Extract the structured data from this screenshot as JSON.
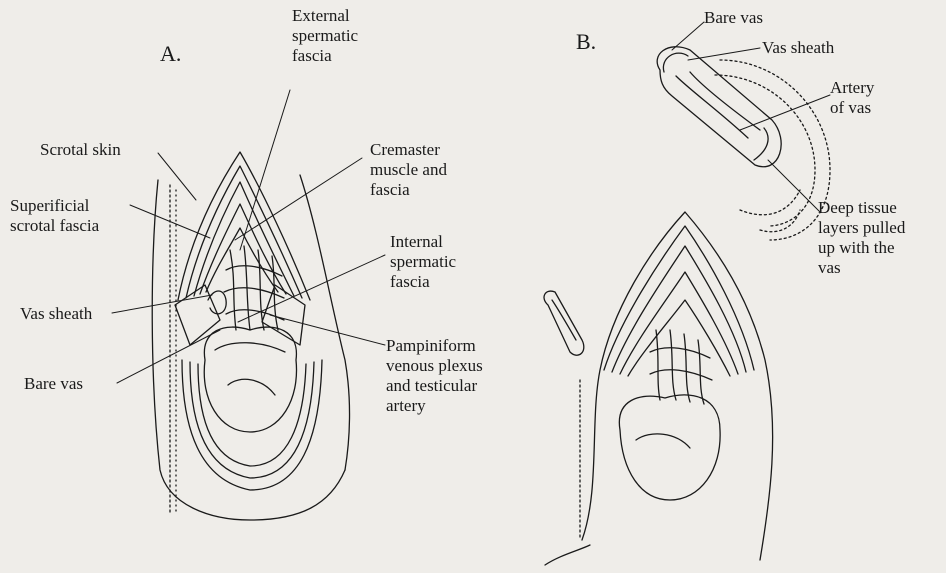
{
  "panel_a": {
    "letter": "A.",
    "labels": {
      "external_spermatic_fascia": [
        "External",
        "spermatic",
        "fascia"
      ],
      "scrotal_skin": [
        "Scrotal skin"
      ],
      "cremaster": [
        "Cremaster",
        "muscle and",
        "fascia"
      ],
      "superficial_scrotal_fascia": [
        "Superificial",
        "scrotal fascia"
      ],
      "internal_spermatic_fascia": [
        "Internal",
        "spermatic",
        "fascia"
      ],
      "vas_sheath": [
        "Vas sheath"
      ],
      "pampiniform": [
        "Pampiniform",
        "venous plexus",
        "and testicular",
        "artery"
      ],
      "bare_vas": [
        "Bare vas"
      ]
    }
  },
  "panel_b": {
    "letter": "B.",
    "labels": {
      "bare_vas": [
        "Bare vas"
      ],
      "vas_sheath": [
        "Vas sheath"
      ],
      "artery_of_vas": [
        "Artery",
        "of vas"
      ],
      "deep_tissue": [
        "Deep tissue",
        "layers pulled",
        "up with the",
        "vas"
      ]
    }
  },
  "colors": {
    "ink": "#1a1a1a",
    "paper": "#efede9"
  }
}
